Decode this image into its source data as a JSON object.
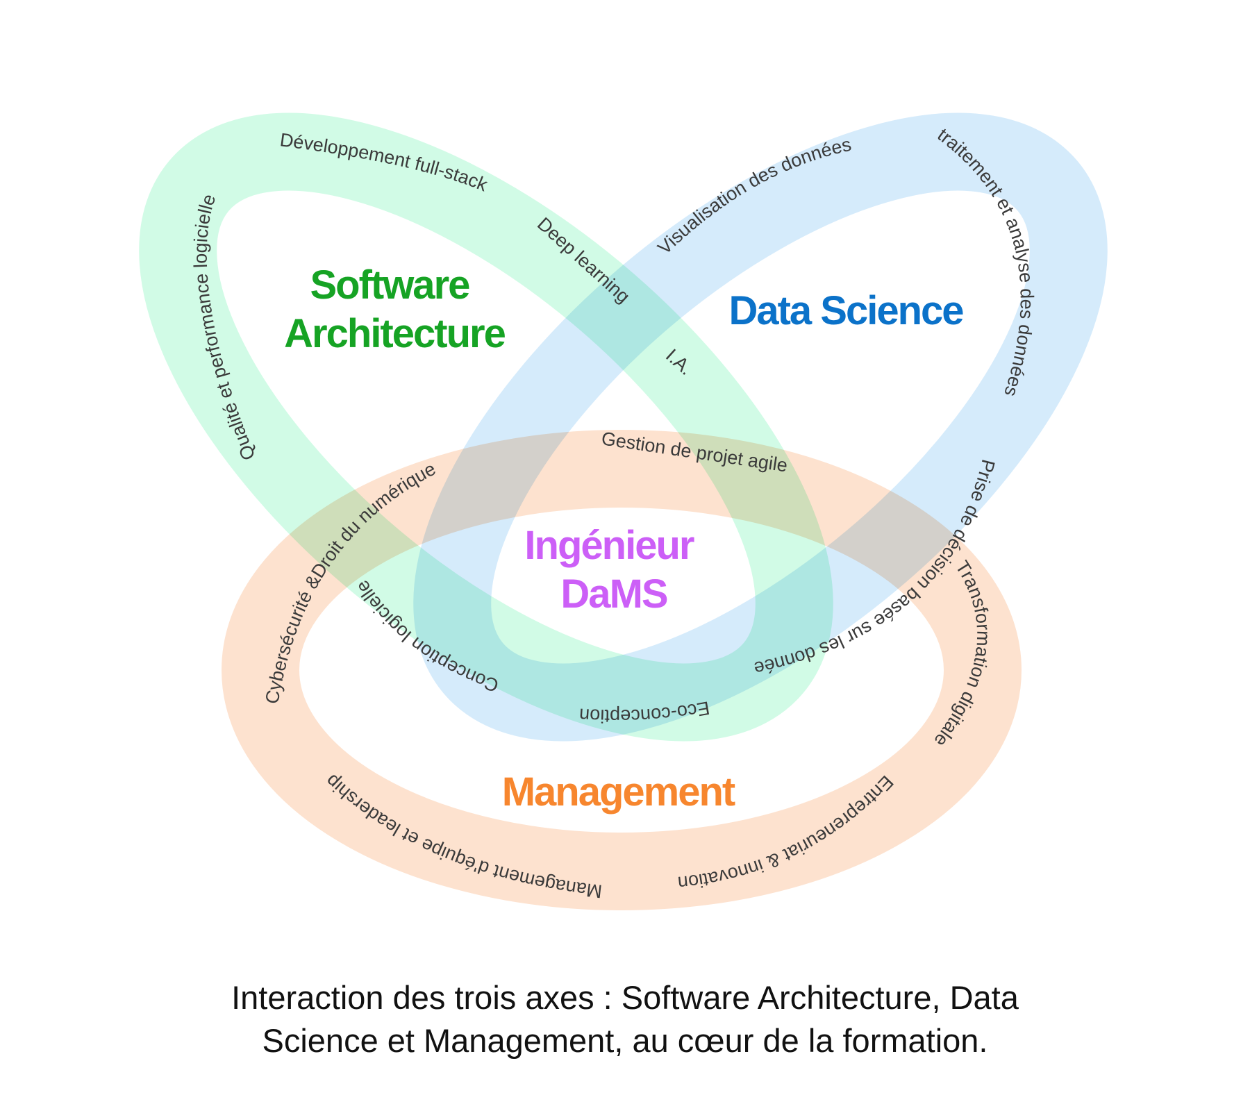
{
  "colors": {
    "software": "#d1fbe6",
    "data": "#d5ebfb",
    "management": "#fde2cf",
    "software_title": "#16a324",
    "data_title": "#0b72c9",
    "management_title": "#f7862e",
    "center_title": "#cc5ff7"
  },
  "titles": {
    "software": [
      "Software",
      "Architecture"
    ],
    "data": "Data Science",
    "center": [
      "Ingénieur",
      "DaMS"
    ],
    "management": "Management"
  },
  "skills": {
    "qualite": "Qualité et performance logicielle",
    "dev_fullstack": "Développement full-stack",
    "deep_learning": "Deep learning",
    "ia": "I.A.",
    "visualisation": "Visualisation des données",
    "traitement": "traitement et analyse des données",
    "gestion_projet": "Gestion de projet agile",
    "cybersecurite": "Cybersécurité &Droit du numérique",
    "conception": "Conception logicielle",
    "prise_decision": "Prise de décision basée sur les données",
    "transformation": "Transformation digitale",
    "eco_conception": "Eco-conception",
    "management_equipe": "Management d'équipe et leadership",
    "entrepreneuriat": "Entrepreneuriat & innovation"
  },
  "caption": {
    "line1": "Interaction des trois axes : Software Architecture, Data",
    "line2": "Science et Management, au cœur de la formation."
  }
}
